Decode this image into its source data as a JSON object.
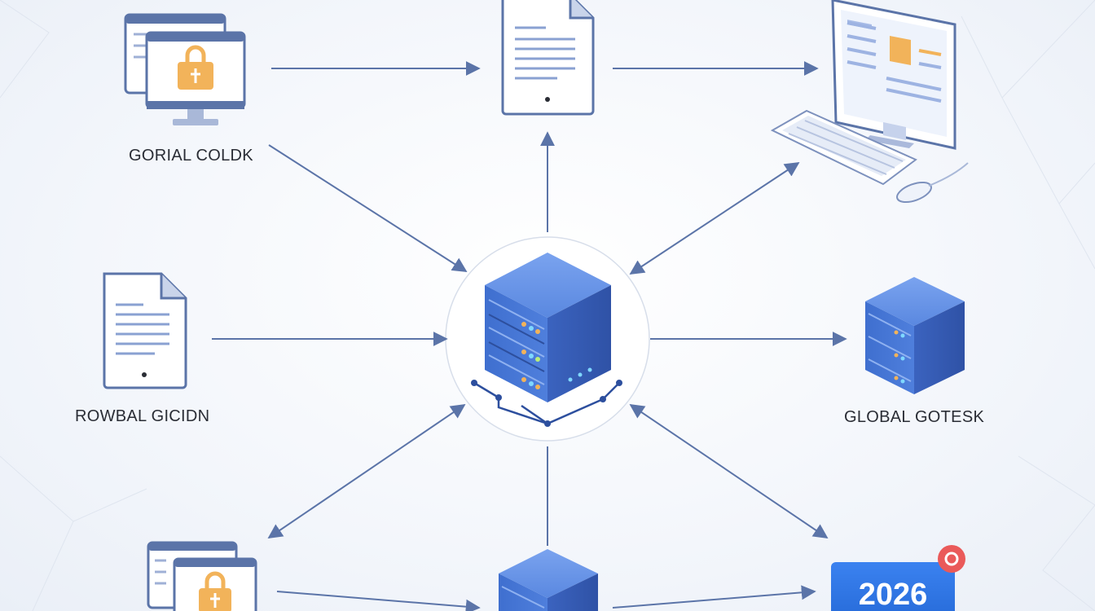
{
  "labels": {
    "top_left": "GORIAL COLDK",
    "mid_left": "ROWBAL GICIDN",
    "mid_right": "GLOBAL GOTESK"
  },
  "badge": {
    "year": "2026"
  },
  "icons": [
    "locked-monitor-icon",
    "document-tablet-icon",
    "desktop-computer-icon",
    "document-icon",
    "central-server-icon",
    "server-icon",
    "locked-monitor-icon",
    "server-icon",
    "calendar-badge-icon"
  ],
  "colors": {
    "server_blue": "#4d79d6",
    "line_blue": "#5b74a8",
    "lock_orange": "#f2b35a",
    "badge_red": "#ea5a5a"
  }
}
